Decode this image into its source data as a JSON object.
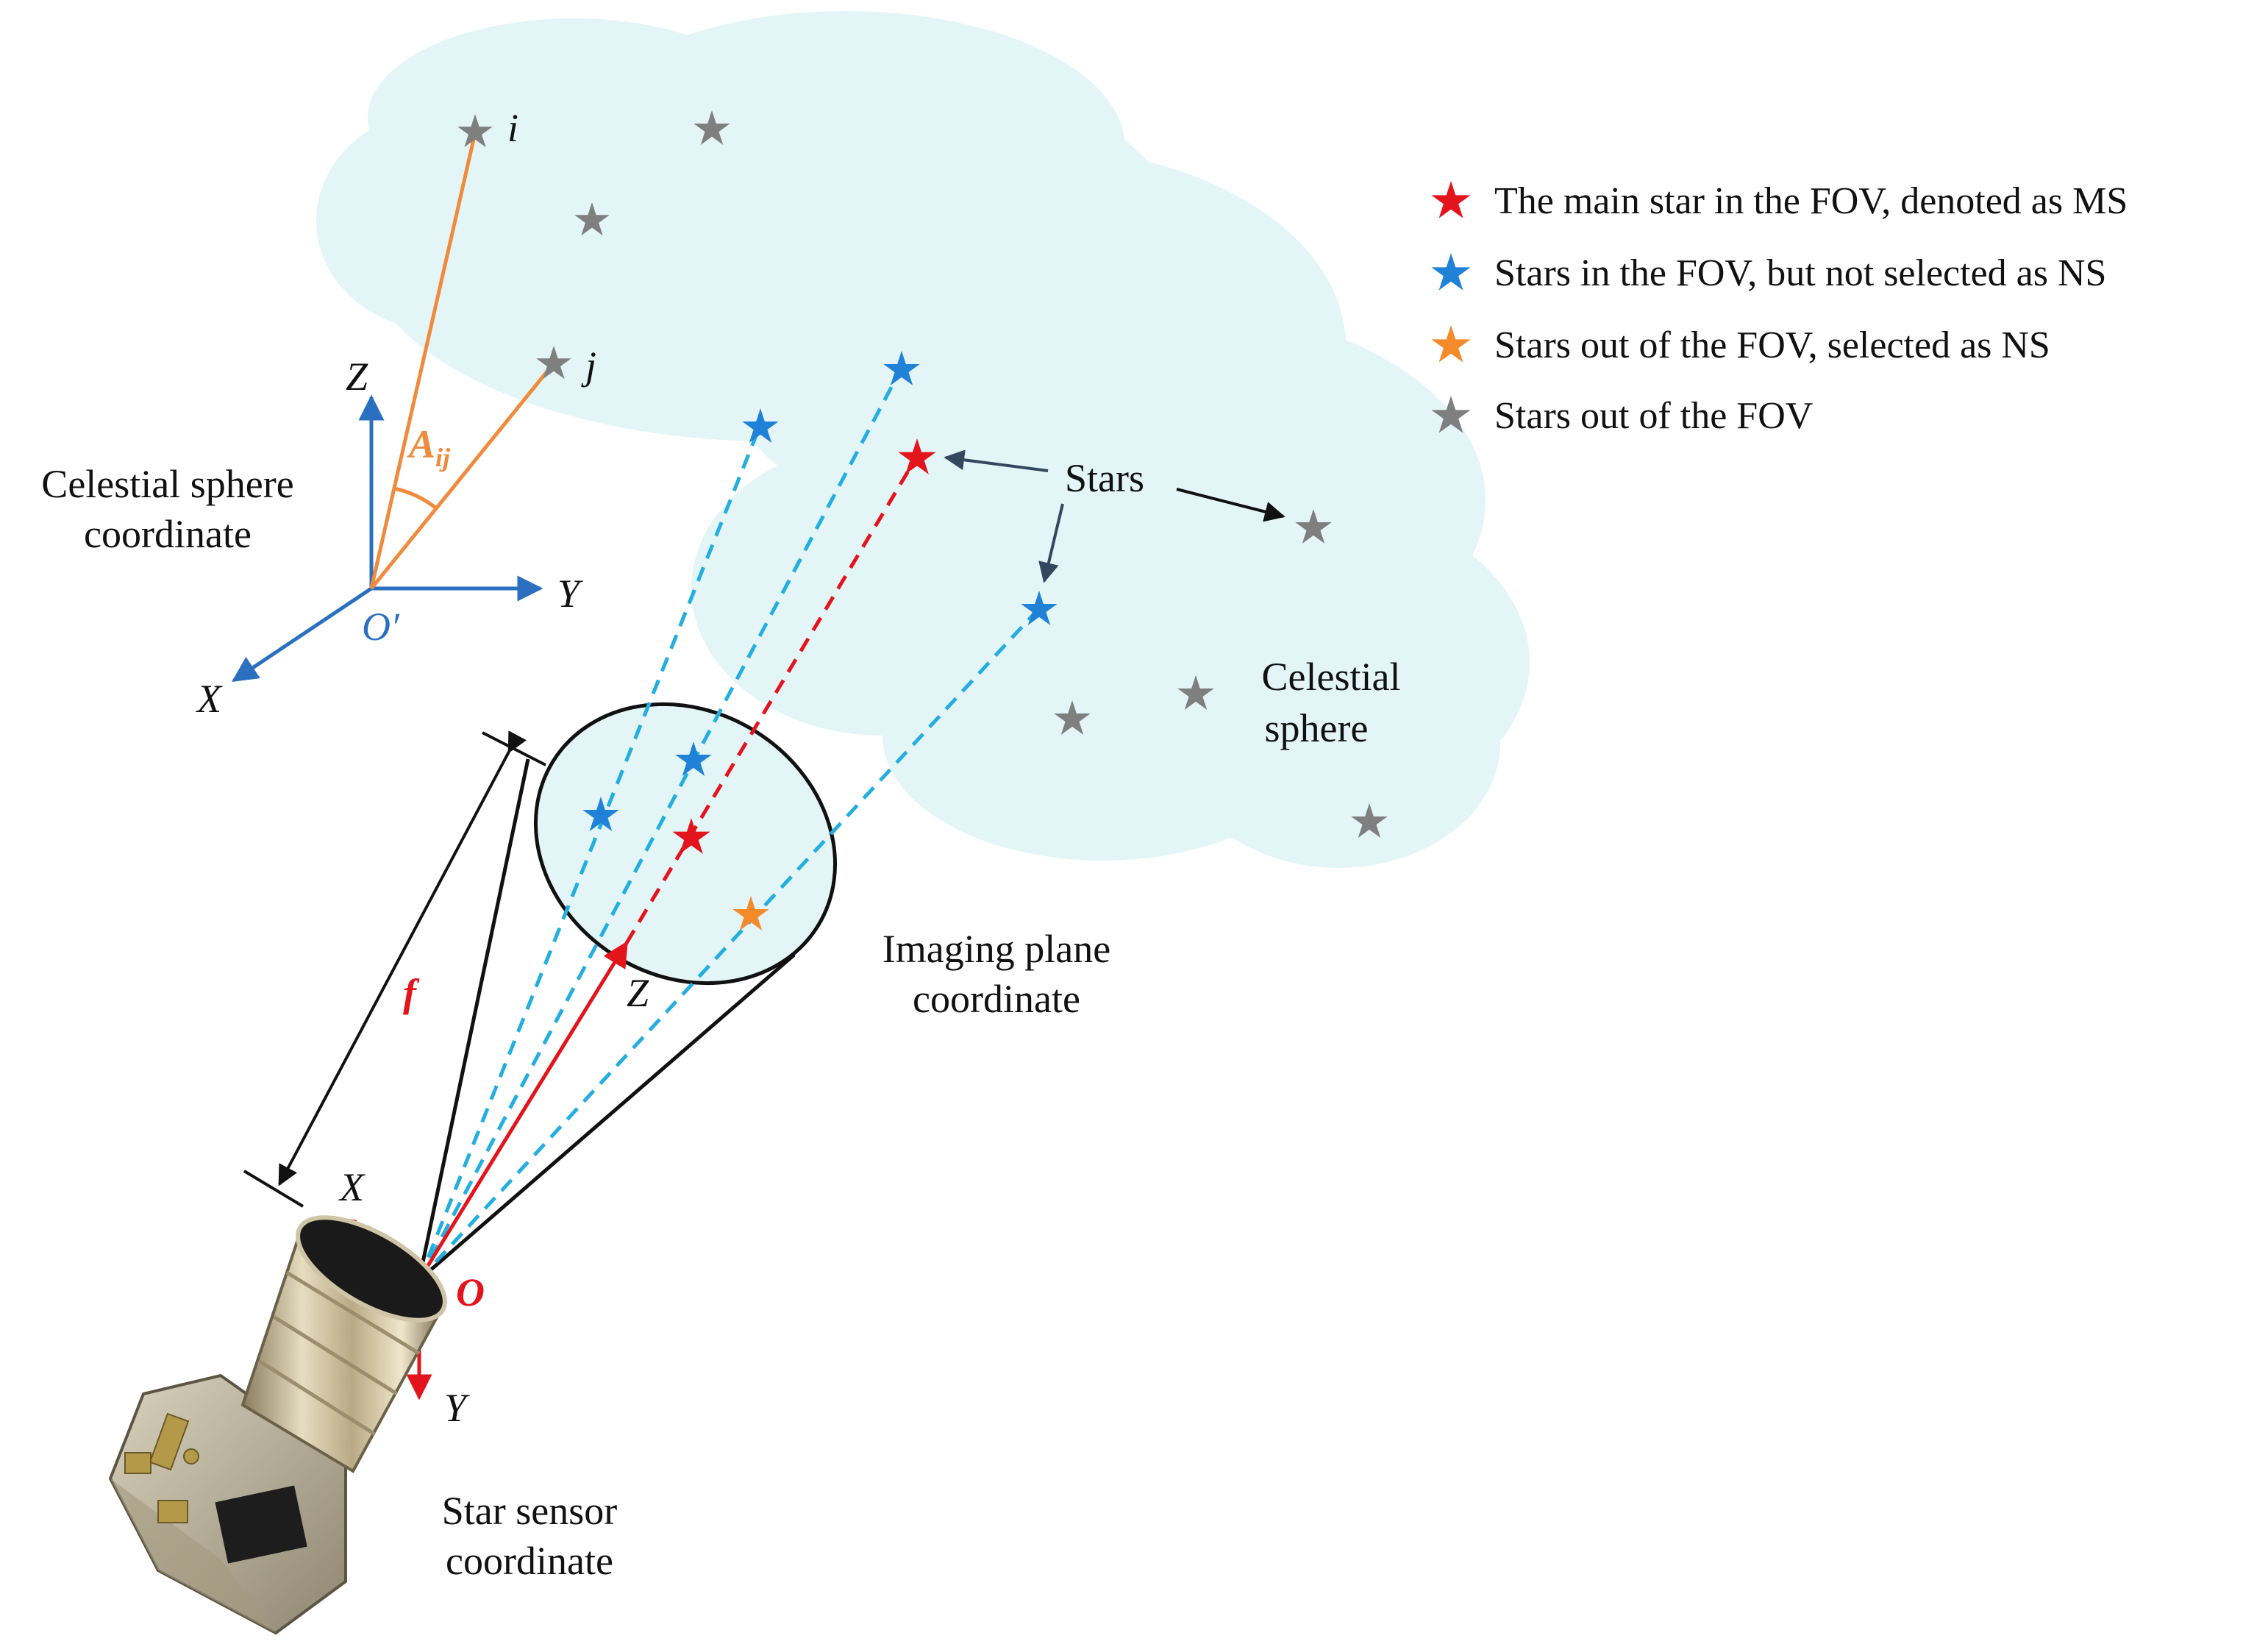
{
  "colors": {
    "main_star": "#e3141c",
    "fov_star": "#1f82d6",
    "ns_star": "#f58a2b",
    "other_star": "#7f7f7f",
    "sphere_fill": "#e4f5f7",
    "axis_blue": "#2a6fc0",
    "axis_red": "#e3141c",
    "angle_orange": "#f08a3c",
    "ray_cyan": "#22aee0",
    "ray_red": "#e3141c"
  },
  "legend": [
    {
      "icon": "red-star-icon",
      "text": "The main star in the FOV, denoted as MS"
    },
    {
      "icon": "blue-star-icon",
      "text": "Stars in the FOV, but not selected as NS"
    },
    {
      "icon": "orange-star-icon",
      "text": "Stars out of the FOV, selected as NS"
    },
    {
      "icon": "gray-star-icon",
      "text": "Stars out of the FOV"
    }
  ],
  "celestial_frame": {
    "title_line1": "Celestial sphere",
    "title_line2": "coordinate",
    "axis_z": "Z",
    "axis_y": "Y",
    "axis_x": "X",
    "origin": "O′",
    "star_i": "i",
    "star_j": "j",
    "angle_main": "A",
    "angle_sub": "ij"
  },
  "stars_label": "Stars",
  "sphere_label_line1": "Celestial",
  "sphere_label_line2": "sphere",
  "imaging_plane": {
    "line1": "Imaging plane",
    "line2": "coordinate",
    "axis_z": "Z"
  },
  "focal_label": "f",
  "sensor": {
    "line1": "Star sensor",
    "line2": "coordinate",
    "axis_x": "X",
    "axis_y": "Y",
    "origin": "O"
  }
}
